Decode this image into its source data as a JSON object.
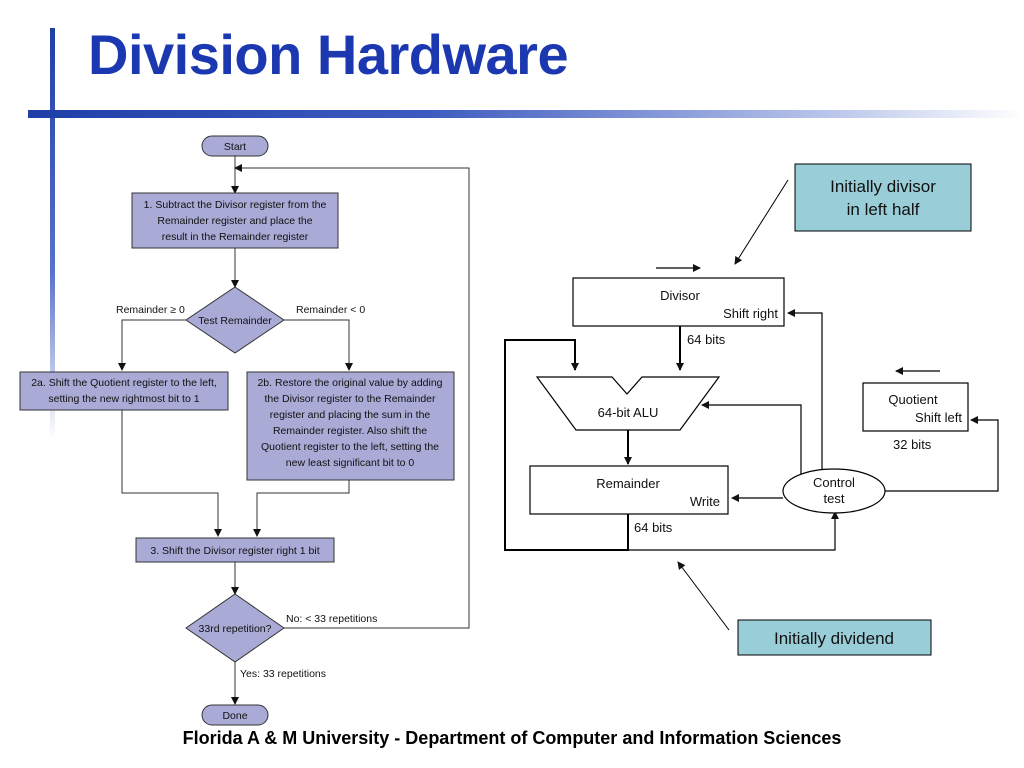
{
  "slide": {
    "title": "Division Hardware",
    "footer": "Florida A & M University - Department of Computer and Information Sciences"
  },
  "flowchart": {
    "start": "Start",
    "step1": [
      "1.  Subtract the Divisor register from the",
      "Remainder register and place the",
      "result in the Remainder register"
    ],
    "test": "Test Remainder",
    "branch_ge": "Remainder ≥ 0",
    "branch_lt": "Remainder < 0",
    "step2a": [
      "2a.  Shift the Quotient register to the left,",
      "setting the new rightmost bit to 1"
    ],
    "step2b": [
      "2b.  Restore the original value by adding",
      "the Divisor register to the Remainder",
      "register and placing the sum in the",
      "Remainder register. Also shift the",
      "Quotient register to the left, setting the",
      "new least significant bit to 0"
    ],
    "step3": "3.  Shift the Divisor register right 1 bit",
    "decision": "33rd repetition?",
    "no_label": "No: < 33 repetitions",
    "yes_label": "Yes: 33 repetitions",
    "done": "Done"
  },
  "hardware": {
    "divisor": "Divisor",
    "divisor_op": "Shift right",
    "divisor_bits": "64 bits",
    "alu": "64-bit ALU",
    "remainder": "Remainder",
    "remainder_op": "Write",
    "remainder_bits": "64 bits",
    "quotient": "Quotient",
    "quotient_op": "Shift left",
    "quotient_bits": "32 bits",
    "control": [
      "Control",
      "test"
    ]
  },
  "callouts": {
    "divisor_note": [
      "Initially divisor",
      "in left half"
    ],
    "dividend_note": "Initially dividend"
  },
  "colors": {
    "title": "#1b38b0",
    "flow_fill": "#a9aad6",
    "callout_fill": "#99cdd8",
    "accent_bar": "#1f3fa8"
  }
}
